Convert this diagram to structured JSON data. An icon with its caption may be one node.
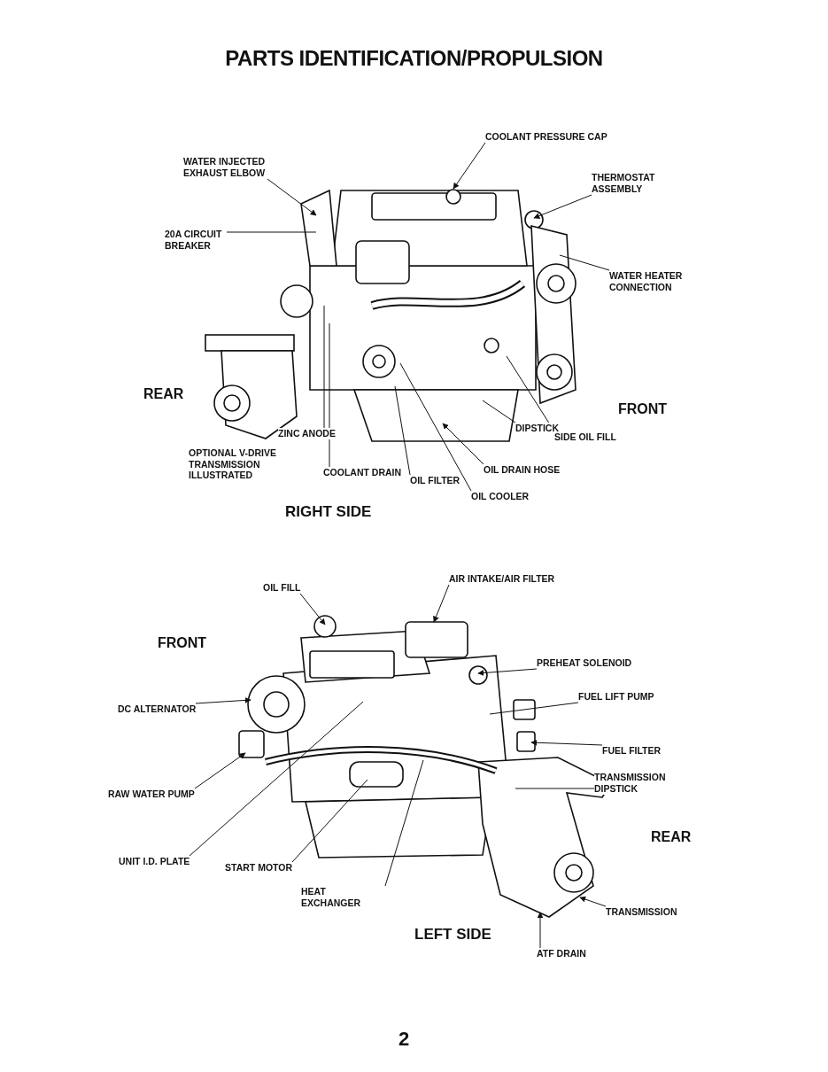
{
  "diagram": {
    "title": "PARTS IDENTIFICATION/PROPULSION",
    "nodes": [
      {
        "text": [
          "COOLANT PRESSURE CAP"
        ]
      },
      {
        "text": [
          "WATER INJECTED EXHAUST ELBOW"
        ]
      },
      {
        "text": [
          "THERMOSTAT ASSEMBLY"
        ]
      },
      {
        "text": [
          "20A CIRCUIT BREAKER"
        ]
      },
      {
        "text": [
          "WATER HEATER CONNECTION"
        ]
      },
      {
        "text": [
          "DIPSTICK"
        ]
      },
      {
        "text": [
          "SIDE OIL FILL"
        ]
      },
      {
        "text": [
          "ZINC ANODE"
        ]
      },
      {
        "text": [
          "COOLANT DRAIN"
        ]
      },
      {
        "text": [
          "OIL DRAIN HOSE"
        ]
      },
      {
        "text": [
          "OIL FILTER"
        ]
      },
      {
        "text": [
          "OIL COOLER"
        ]
      },
      {
        "text": [
          "AIR INTAKE/AIR FILTER"
        ]
      },
      {
        "text": [
          "OIL FILL"
        ]
      },
      {
        "text": [
          "PREHEAT SOLENOID"
        ]
      },
      {
        "text": [
          "FUEL LIFT PUMP"
        ]
      },
      {
        "text": [
          "DC ALTERNATOR"
        ]
      },
      {
        "text": [
          "FUEL FILTER"
        ]
      },
      {
        "text": [
          "RAW WATER PUMP"
        ]
      },
      {
        "text": [
          "TRANSMISSION DIPSTICK"
        ]
      },
      {
        "text": [
          "UNIT I.D. PLATE"
        ]
      },
      {
        "text": [
          "START MOTOR"
        ]
      },
      {
        "text": [
          "HEAT EXCHANGER"
        ]
      },
      {
        "text": [
          "TRANSMISSION"
        ]
      },
      {
        "text": [
          "ATF DRAIN"
        ]
      }
    ],
    "edges": [
      {
        "from": 0,
        "to": null,
        "arrow": "to"
      },
      {
        "from": 1,
        "to": null,
        "arrow": "to"
      },
      {
        "from": 2,
        "to": null,
        "arrow": "to"
      },
      {
        "from": 3,
        "to": null,
        "arrow": "none"
      },
      {
        "from": 4,
        "to": null,
        "arrow": "none"
      },
      {
        "from": 5,
        "to": null,
        "arrow": "none"
      },
      {
        "from": 6,
        "to": null,
        "arrow": "none"
      },
      {
        "from": 7,
        "to": null,
        "arrow": "none"
      },
      {
        "from": 8,
        "to": null,
        "arrow": "none"
      },
      {
        "from": 9,
        "to": null,
        "arrow": "to"
      },
      {
        "from": 10,
        "to": null,
        "arrow": "none"
      },
      {
        "from": 11,
        "to": null,
        "arrow": "none"
      },
      {
        "from": 12,
        "to": null,
        "arrow": "to"
      },
      {
        "from": 13,
        "to": null,
        "arrow": "to"
      },
      {
        "from": 14,
        "to": null,
        "arrow": "to"
      },
      {
        "from": 15,
        "to": null,
        "arrow": "none"
      },
      {
        "from": 16,
        "to": null,
        "arrow": "to"
      },
      {
        "from": 17,
        "to": null,
        "arrow": "to"
      },
      {
        "from": 18,
        "to": null,
        "arrow": "to"
      },
      {
        "from": 19,
        "to": null,
        "arrow": "none"
      },
      {
        "from": 20,
        "to": null,
        "arrow": "none"
      },
      {
        "from": 21,
        "to": null,
        "arrow": "none"
      },
      {
        "from": 22,
        "to": null,
        "arrow": "none"
      },
      {
        "from": 23,
        "to": null,
        "arrow": "to"
      },
      {
        "from": 24,
        "to": null,
        "arrow": "to"
      }
    ],
    "labels": [
      "REAR",
      "FRONT",
      "OPTIONAL V-DRIVE TRANSMISSION ILLUSTRATED",
      "RIGHT SIDE",
      "FRONT",
      "REAR",
      "LEFT SIDE",
      "2"
    ]
  }
}
